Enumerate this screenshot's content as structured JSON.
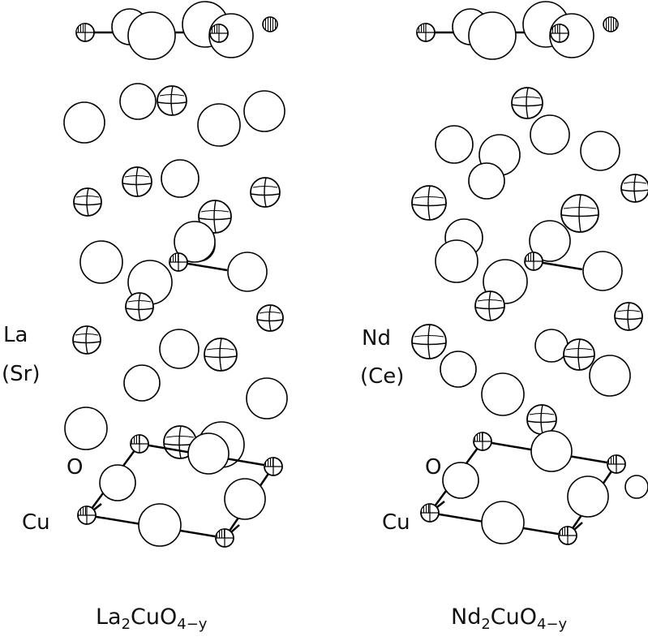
{
  "labels": {
    "left_site": "La",
    "left_dopant": "(Sr)",
    "right_site": "Nd",
    "right_dopant": "(Ce)",
    "oxygen_left": "O",
    "oxygen_right": "O",
    "copper_left": "Cu",
    "copper_right": "Cu"
  },
  "captions": {
    "left": {
      "a": "La",
      "sub1": "2",
      "b": "CuO",
      "sub2": "4−y"
    },
    "right": {
      "a": "Nd",
      "sub1": "2",
      "b": "CuO",
      "sub2": "4−y"
    }
  }
}
